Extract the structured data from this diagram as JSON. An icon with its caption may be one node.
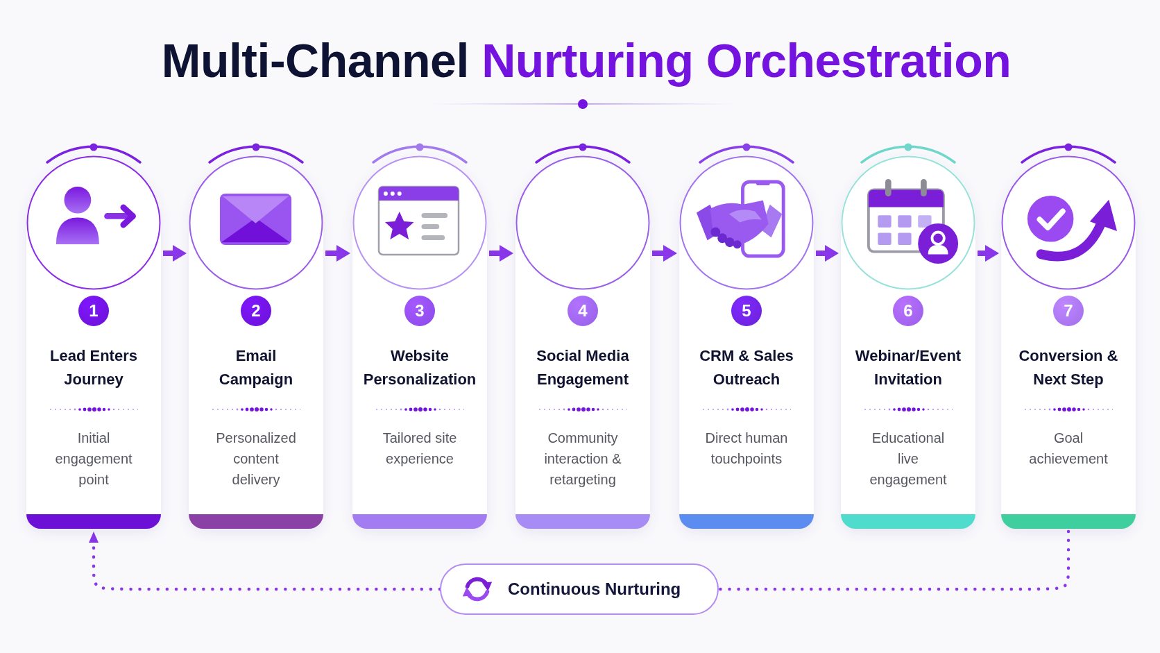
{
  "diagram": {
    "title": "Multi-Channel Nurturing Orchestration",
    "nodes": [
      {
        "text": [
          "Lead Enters Journey",
          "Initial engagement point"
        ]
      },
      {
        "text": [
          "1"
        ],
        "in": 0
      },
      {
        "text": [
          "Email Campaign",
          "Personalized content delivery"
        ]
      },
      {
        "text": [
          "2"
        ],
        "in": 2
      },
      {
        "text": [
          "Website Personalization",
          "Tailored site experience"
        ]
      },
      {
        "text": [
          "3"
        ],
        "in": 4
      },
      {
        "text": [
          "Social Media Engagement",
          "Community interaction & retargeting"
        ]
      },
      {
        "text": [
          "4"
        ],
        "in": 6
      },
      {
        "text": [
          "CRM & Sales Outreach",
          "Direct human touchpoints"
        ]
      },
      {
        "text": [
          "5"
        ],
        "in": 8
      },
      {
        "text": [
          "Webinar/Event Invitation",
          "Educational live engagement"
        ]
      },
      {
        "text": [
          "6"
        ],
        "in": 10
      },
      {
        "text": [
          "Conversion & Next Step",
          "Goal achievement"
        ]
      },
      {
        "text": [
          "7"
        ],
        "in": 12
      },
      {
        "text": [
          "Continuous Nurturing"
        ]
      }
    ],
    "edges": [
      {
        "from": 0,
        "to": 2,
        "arrow": "to"
      },
      {
        "from": 2,
        "to": 4,
        "arrow": "to"
      },
      {
        "from": 4,
        "to": 6,
        "arrow": "to"
      },
      {
        "from": 6,
        "to": 8,
        "arrow": "to"
      },
      {
        "from": 8,
        "to": 10,
        "arrow": "to"
      },
      {
        "from": 10,
        "to": 12,
        "arrow": "to"
      },
      {
        "from": 12,
        "to": 14,
        "arrow": "none",
        "style": "dashed"
      },
      {
        "from": 14,
        "to": 0,
        "arrow": "to",
        "style": "dashed"
      }
    ]
  }
}
